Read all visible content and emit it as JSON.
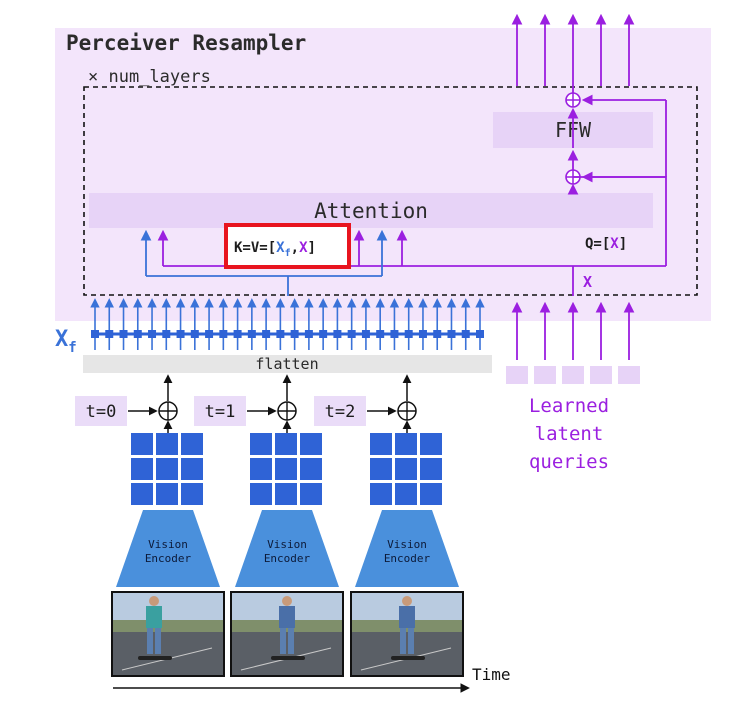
{
  "title": "Perceiver Resampler",
  "num_layers_label": "× num_layers",
  "ffw_label": "FFW",
  "attention_label": "Attention",
  "kv_label": {
    "prefix": "K=V=[",
    "xf_main": "X",
    "xf_sub": "f",
    "sep": ",",
    "x": "X",
    "suffix": "]"
  },
  "q_label": {
    "prefix": "Q=[",
    "x": "X",
    "suffix": "]"
  },
  "x_label": "X",
  "xf_side_label": {
    "main": "X",
    "sub": "f"
  },
  "flatten_label": "flatten",
  "time_steps": [
    "t=0",
    "t=1",
    "t=2"
  ],
  "encoder_label_line1": "Vision",
  "encoder_label_line2": "Encoder",
  "latent_queries_label": [
    "Learned",
    "latent",
    "queries"
  ],
  "time_label": "Time",
  "colors": {
    "resampler_bg": "#f3e5fb",
    "block_bg": "#e7d3f7",
    "purple": "#9b1fe0",
    "blue": "#3a72d8",
    "tile_blue": "#2f63d6",
    "encoder_blue": "#4a90dc",
    "highlight_red": "#e8141f",
    "time_label_bg": "#eadcf8",
    "flatten_bg": "#e6e6e6"
  }
}
